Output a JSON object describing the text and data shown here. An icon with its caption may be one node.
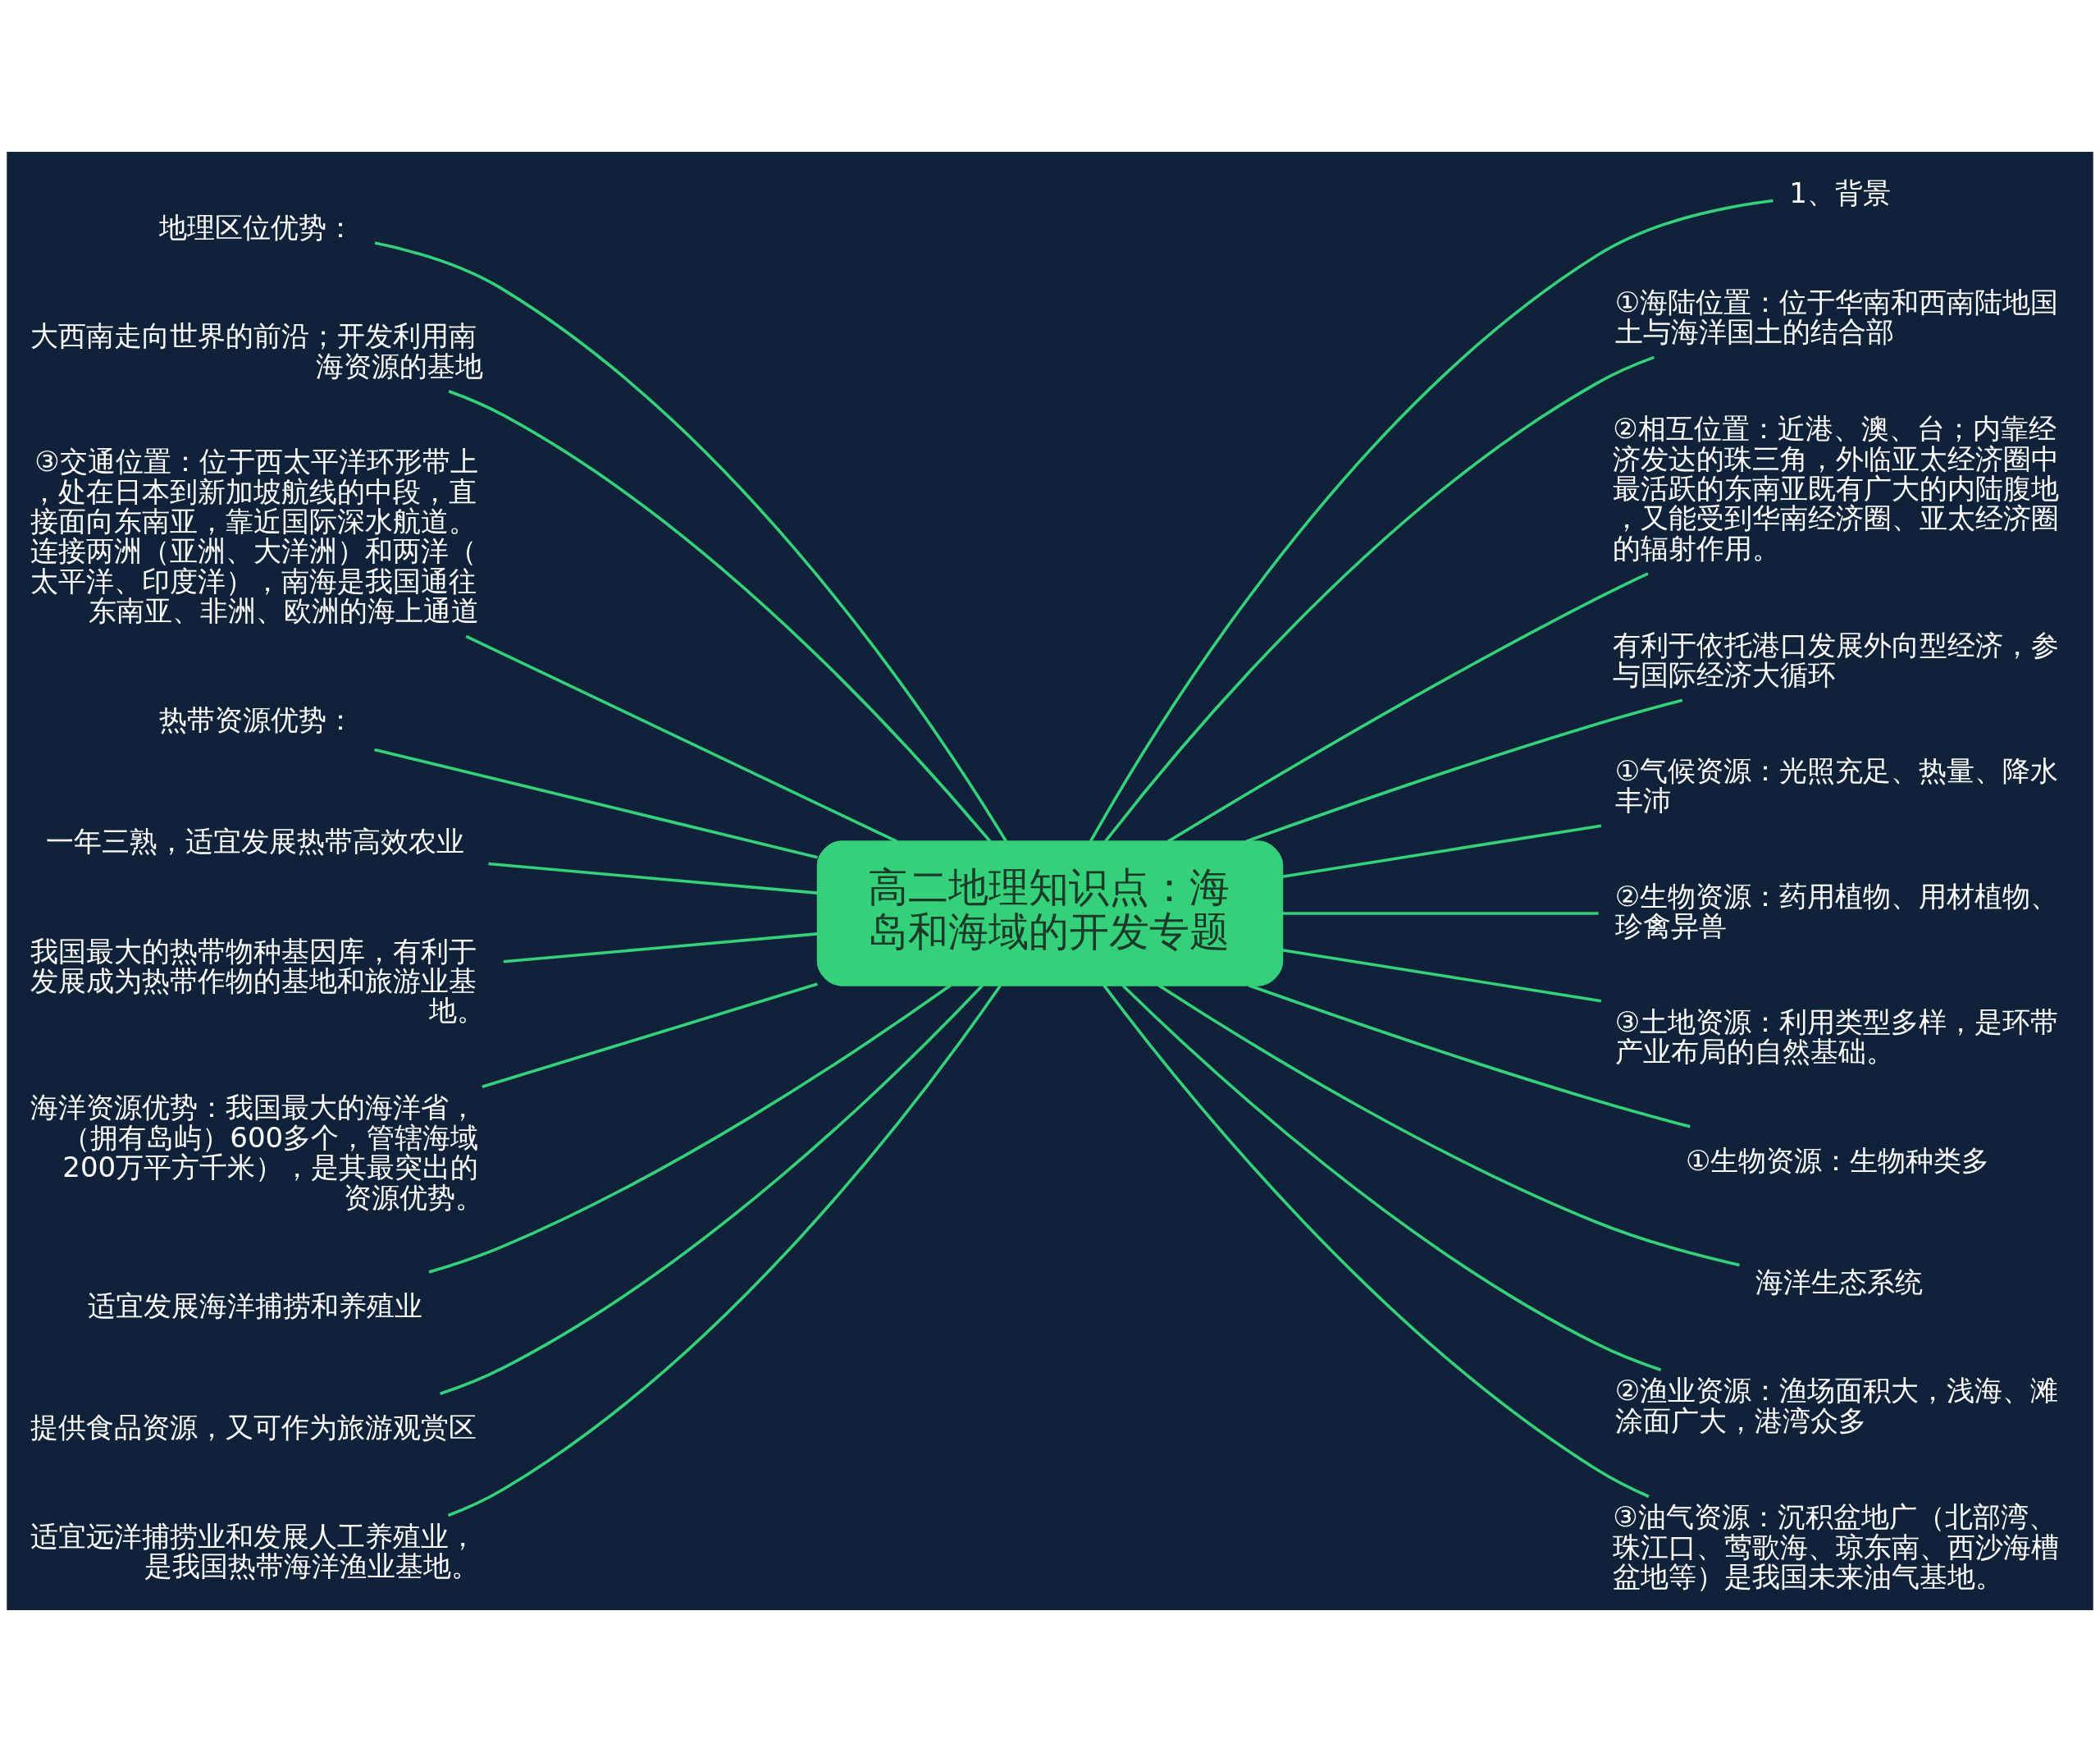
{
  "diagram": {
    "nodes": [
      {
        "text": [
          "高二地理知识点：海岛和海域的开发专题"
        ]
      },
      {
        "text": [
          "地理区位优势："
        ]
      },
      {
        "text": [
          "大西南走向世界的前沿；开发利用南海资源的基地"
        ]
      },
      {
        "text": [
          "③交通位置：位于西太平洋环形带上，处在日本到新加坡航线的中段，直接面向东南亚，靠近国际深水航道。连接两洲（亚洲、大洋洲）和两洋（太平洋、印度洋），南海是我国通往东南亚、非洲、欧洲的海上通道"
        ]
      },
      {
        "text": [
          "热带资源优势："
        ]
      },
      {
        "text": [
          "一年三熟，适宜发展热带高效农业"
        ]
      },
      {
        "text": [
          "我国最大的热带物种基因库，有利于发展成为热带作物的基地和旅游业基地。"
        ]
      },
      {
        "text": [
          "海洋资源优势：我国最大的海洋省，（拥有岛屿）600多个，管辖海域200万平方千米），是其最突出的资源优势。"
        ]
      },
      {
        "text": [
          "适宜发展海洋捕捞和养殖业"
        ]
      },
      {
        "text": [
          "提供食品资源，又可作为旅游观赏区"
        ]
      },
      {
        "text": [
          "适宜远洋捕捞业和发展人工养殖业，是我国热带海洋渔业基地。"
        ]
      },
      {
        "text": [
          "1、背景"
        ]
      },
      {
        "text": [
          "①海陆位置：位于华南和西南陆地国土与海洋国土的结合部"
        ]
      },
      {
        "text": [
          "②相互位置：近港、澳、台；内靠经济发达的珠三角，外临亚太经济圈中最活跃的东南亚既有广大的内陆腹地，又能受到华南经济圈、亚太经济圈的辐射作用。"
        ]
      },
      {
        "text": [
          "有利于依托港口发展外向型经济，参与国际经济大循环"
        ]
      },
      {
        "text": [
          "①气候资源：光照充足、热量、降水丰沛"
        ]
      },
      {
        "text": [
          "②生物资源：药用植物、用材植物、珍禽异兽"
        ]
      },
      {
        "text": [
          "③土地资源：利用类型多样，是环带产业布局的自然基础。"
        ]
      },
      {
        "text": [
          "①生物资源：生物种类多"
        ]
      },
      {
        "text": [
          "海洋生态系统"
        ]
      },
      {
        "text": [
          "②渔业资源：渔场面积大，浅海、滩涂面广大，港湾众多"
        ]
      },
      {
        "text": [
          "③油气资源：沉积盆地广（北部湾、珠江口、莺歌海、琼东南、西沙海槽盆地等）是我国未来油气基地。"
        ]
      }
    ],
    "edges": [
      {
        "from": 0,
        "to": 1,
        "arrow": "none"
      },
      {
        "from": 0,
        "to": 2,
        "arrow": "none"
      },
      {
        "from": 0,
        "to": 3,
        "arrow": "none"
      },
      {
        "from": 0,
        "to": 4,
        "arrow": "none"
      },
      {
        "from": 0,
        "to": 5,
        "arrow": "none"
      },
      {
        "from": 0,
        "to": 6,
        "arrow": "none"
      },
      {
        "from": 0,
        "to": 7,
        "arrow": "none"
      },
      {
        "from": 0,
        "to": 8,
        "arrow": "none"
      },
      {
        "from": 0,
        "to": 9,
        "arrow": "none"
      },
      {
        "from": 0,
        "to": 10,
        "arrow": "none"
      },
      {
        "from": 0,
        "to": 11,
        "arrow": "none"
      },
      {
        "from": 0,
        "to": 12,
        "arrow": "none"
      },
      {
        "from": 0,
        "to": 13,
        "arrow": "none"
      },
      {
        "from": 0,
        "to": 14,
        "arrow": "none"
      },
      {
        "from": 0,
        "to": 15,
        "arrow": "none"
      },
      {
        "from": 0,
        "to": 16,
        "arrow": "none"
      },
      {
        "from": 0,
        "to": 17,
        "arrow": "none"
      },
      {
        "from": 0,
        "to": 18,
        "arrow": "none"
      },
      {
        "from": 0,
        "to": 19,
        "arrow": "none"
      },
      {
        "from": 0,
        "to": 20,
        "arrow": "none"
      },
      {
        "from": 0,
        "to": 21,
        "arrow": "none"
      }
    ]
  }
}
